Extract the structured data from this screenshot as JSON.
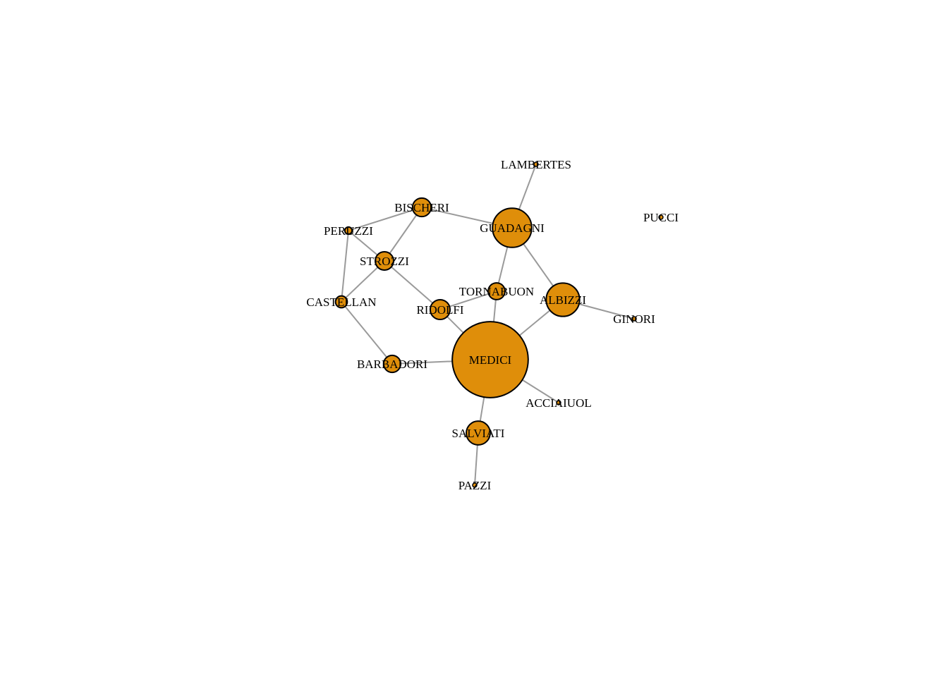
{
  "graph": {
    "node_color": "#DF8E0A",
    "node_border": "#000000",
    "edge_color": "#9A9A9A",
    "size_metric": "betweenness",
    "nodes": [
      {
        "id": "MEDICI",
        "label": "MEDICI",
        "betweenness": 47.5
      },
      {
        "id": "GUADAGNI",
        "label": "GUADAGNI",
        "betweenness": 23.17
      },
      {
        "id": "ALBIZZI",
        "label": "ALBIZZI",
        "betweenness": 19.33
      },
      {
        "id": "SALVIATI",
        "label": "SALVIATI",
        "betweenness": 13
      },
      {
        "id": "RIDOLFI",
        "label": "RIDOLFI",
        "betweenness": 10.33
      },
      {
        "id": "BISCHERI",
        "label": "BISCHERI",
        "betweenness": 9.5
      },
      {
        "id": "STROZZI",
        "label": "STROZZI",
        "betweenness": 9.33
      },
      {
        "id": "BARBADORI",
        "label": "BARBADORI",
        "betweenness": 8.5
      },
      {
        "id": "TORNABUON",
        "label": "TORNABUON",
        "betweenness": 8.33
      },
      {
        "id": "CASTELLAN",
        "label": "CASTELLAN",
        "betweenness": 5
      },
      {
        "id": "PERUZZI",
        "label": "PERUZZI",
        "betweenness": 2
      },
      {
        "id": "LAMBERTES",
        "label": "LAMBERTES",
        "betweenness": 0
      },
      {
        "id": "PUCCI",
        "label": "PUCCI",
        "betweenness": 0
      },
      {
        "id": "GINORI",
        "label": "GINORI",
        "betweenness": 0
      },
      {
        "id": "ACCIAIUOL",
        "label": "ACCIAIUOL",
        "betweenness": 0
      },
      {
        "id": "PAZZI",
        "label": "PAZZI",
        "betweenness": 0
      }
    ],
    "edges": [
      [
        "PERUZZI",
        "BISCHERI"
      ],
      [
        "PERUZZI",
        "STROZZI"
      ],
      [
        "PERUZZI",
        "CASTELLAN"
      ],
      [
        "BISCHERI",
        "STROZZI"
      ],
      [
        "BISCHERI",
        "GUADAGNI"
      ],
      [
        "GUADAGNI",
        "LAMBERTES"
      ],
      [
        "GUADAGNI",
        "TORNABUON"
      ],
      [
        "GUADAGNI",
        "ALBIZZI"
      ],
      [
        "STROZZI",
        "CASTELLAN"
      ],
      [
        "STROZZI",
        "RIDOLFI"
      ],
      [
        "CASTELLAN",
        "BARBADORI"
      ],
      [
        "RIDOLFI",
        "TORNABUON"
      ],
      [
        "RIDOLFI",
        "MEDICI"
      ],
      [
        "TORNABUON",
        "MEDICI"
      ],
      [
        "ALBIZZI",
        "MEDICI"
      ],
      [
        "ALBIZZI",
        "GINORI"
      ],
      [
        "BARBADORI",
        "MEDICI"
      ],
      [
        "MEDICI",
        "ACCIAIUOL"
      ],
      [
        "MEDICI",
        "SALVIATI"
      ],
      [
        "SALVIATI",
        "PAZZI"
      ]
    ]
  }
}
